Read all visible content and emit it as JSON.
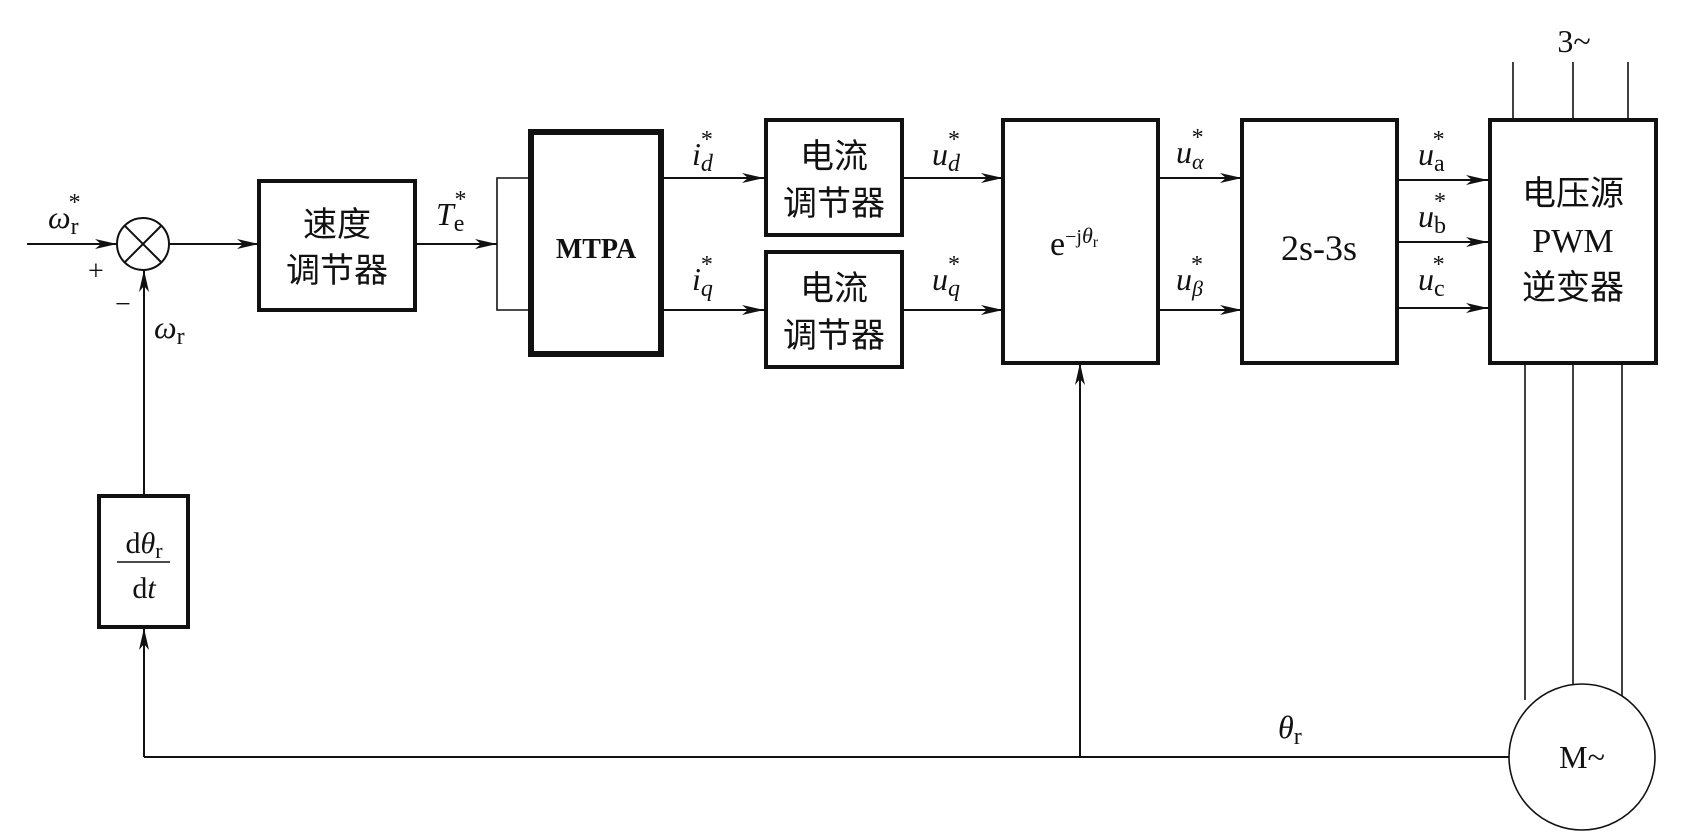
{
  "blocks": {
    "summing_junction": {
      "plus_sign": "+",
      "minus_sign": "−"
    },
    "speed_regulator": {
      "line1": "速度",
      "line2": "调节器"
    },
    "mtpa": {
      "label": "MTPA"
    },
    "current_regulator_d": {
      "line1": "电流",
      "line2": "调节器"
    },
    "current_regulator_q": {
      "line1": "电流",
      "line2": "调节器"
    },
    "inverse_park": {
      "base": "e",
      "exponent": "−j",
      "theta": "θ",
      "theta_sub": "r"
    },
    "clarke_2s3s": {
      "label": "2s-3s"
    },
    "inverter": {
      "line1": "电压源",
      "line2": "PWM",
      "line3": "逆变器"
    },
    "derivative": {
      "num_d": "d",
      "num_theta": "θ",
      "num_sub": "r",
      "den_d": "d",
      "den_t": "t"
    },
    "motor": {
      "label": "M~"
    },
    "supply": {
      "label": "3~"
    }
  },
  "signals": {
    "omega_ref": {
      "sym": "ω",
      "sub": "r",
      "sup": "*"
    },
    "omega_fb": {
      "sym": "ω",
      "sub": "r"
    },
    "torque_ref": {
      "sym": "T",
      "sub": "e",
      "sup": "*"
    },
    "id_ref": {
      "sym": "i",
      "sub": "d",
      "sup": "*"
    },
    "iq_ref": {
      "sym": "i",
      "sub": "q",
      "sup": "*"
    },
    "ud_ref": {
      "sym": "u",
      "sub": "d",
      "sup": "*"
    },
    "uq_ref": {
      "sym": "u",
      "sub": "q",
      "sup": "*"
    },
    "ualpha_ref": {
      "sym": "u",
      "sub": "α",
      "sup": "*"
    },
    "ubeta_ref": {
      "sym": "u",
      "sub": "β",
      "sup": "*"
    },
    "ua_ref": {
      "sym": "u",
      "sub": "a",
      "sup": "*"
    },
    "ub_ref": {
      "sym": "u",
      "sub": "b",
      "sup": "*"
    },
    "uc_ref": {
      "sym": "u",
      "sub": "c",
      "sup": "*"
    },
    "theta_r": {
      "sym": "θ",
      "sub": "r"
    }
  }
}
